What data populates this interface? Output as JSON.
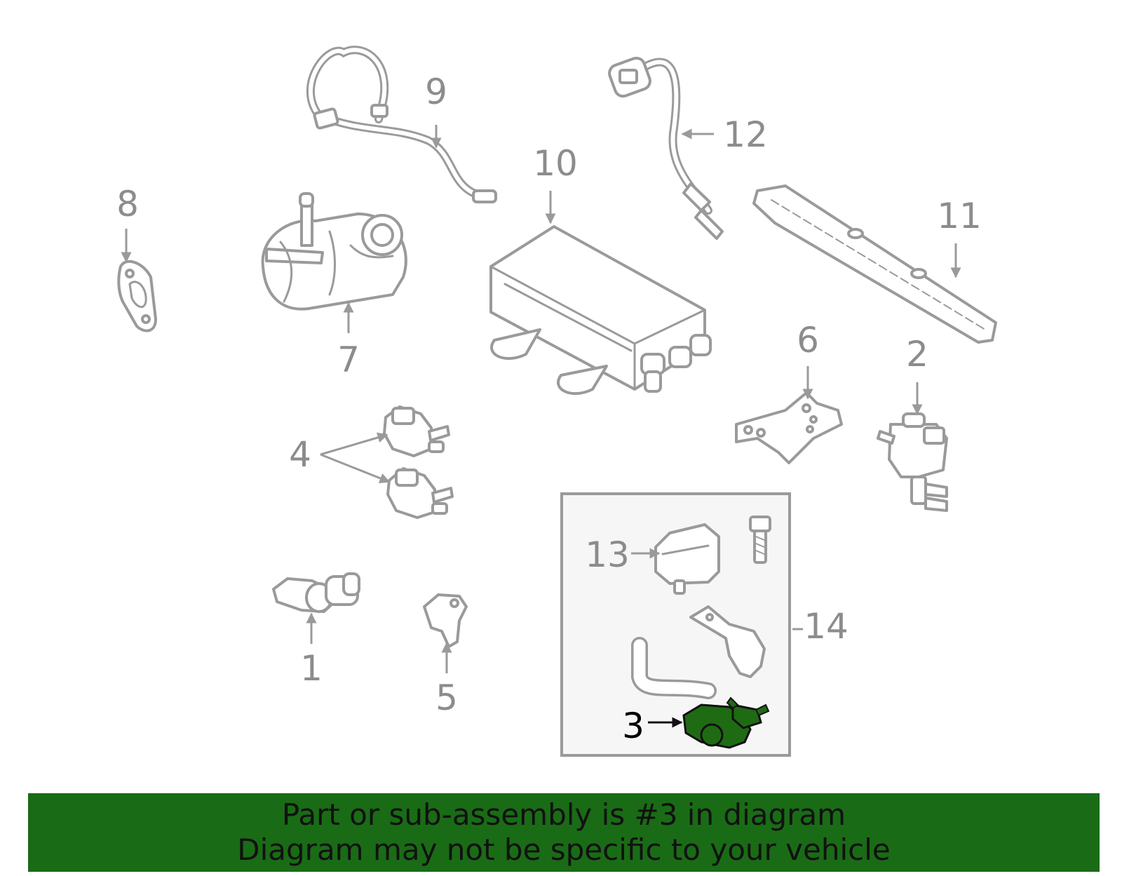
{
  "diagram": {
    "callouts": {
      "c1": "1",
      "c2": "2",
      "c3": "3",
      "c4": "4",
      "c5": "5",
      "c6": "6",
      "c7": "7",
      "c8": "8",
      "c9": "9",
      "c10": "10",
      "c11": "11",
      "c12": "12",
      "c13": "13",
      "c14": "14"
    },
    "highlighted_part": "3",
    "colors": {
      "line_art": "#9a9a9a",
      "highlight": "#1f6b14",
      "inset_background": "#f6f6f6",
      "banner_background": "#1a6b16"
    }
  },
  "banner": {
    "line1": "Part or sub-assembly is #3 in diagram",
    "line2": "Diagram may not be specific to your vehicle"
  }
}
